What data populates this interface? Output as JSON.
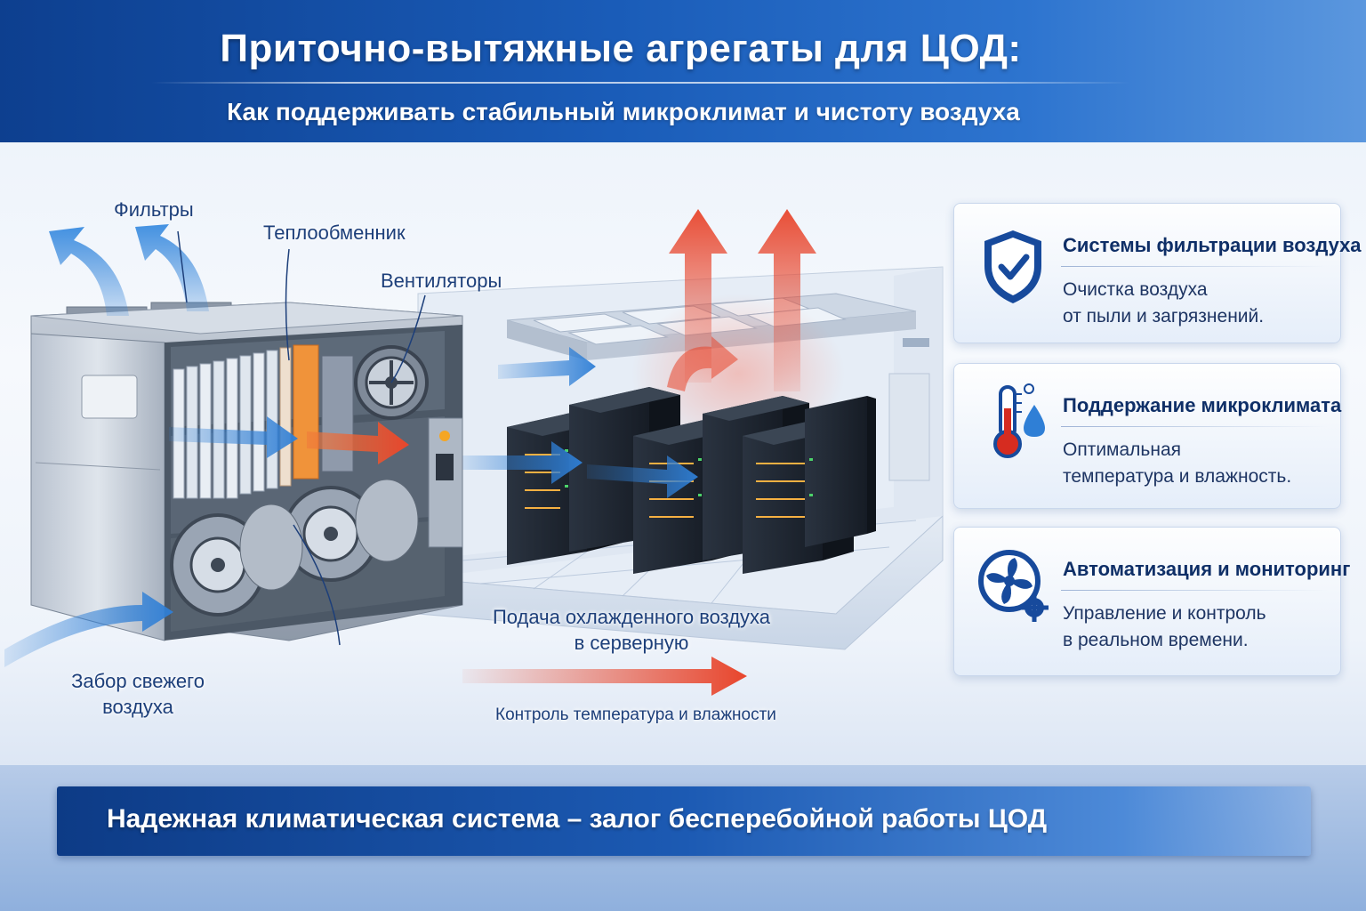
{
  "header": {
    "title": "Приточно-вытяжные агрегаты для ЦОД:",
    "subtitle": "Как поддерживать стабильный микроклимат и чистоту воздуха"
  },
  "diagram": {
    "labels": {
      "filters": "Фильтры",
      "heat_exchanger": "Теплообменник",
      "fans": "Вентиляторы",
      "intake_line1": "Забор свежего",
      "intake_line2": "воздуха",
      "supply_line1": "Подача охлажденного воздуха",
      "supply_line2": "в серверную",
      "control": "Контроль температура и влажности"
    }
  },
  "features": [
    {
      "icon": "shield-check-icon",
      "title": "Системы фильтрации воздуха",
      "line1": "Очистка воздуха",
      "line2": "от пыли и загрязнений."
    },
    {
      "icon": "thermometer-droplet-icon",
      "title": "Поддержание микроклимата",
      "line1": "Оптимальная",
      "line2": "температура и влажность."
    },
    {
      "icon": "fan-gear-icon",
      "title": "Автоматизация и мониторинг",
      "line1": "Управление и контроль",
      "line2": "в реальном времени."
    }
  ],
  "footer": {
    "text": "Надежная климатическая система – залог бесперебойной работы ЦОД"
  },
  "colors": {
    "header_dark": "#0d3f8f",
    "header_light": "#5b97de",
    "cool_air": "#2f7fd6",
    "hot_air": "#e8452c",
    "label_text": "#1d3f7a"
  }
}
